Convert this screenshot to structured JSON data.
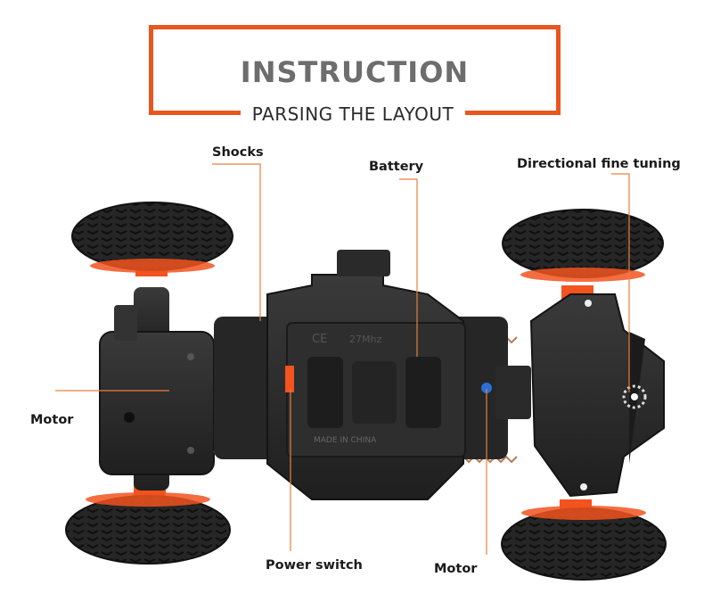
{
  "header": {
    "title": "INSTRUCTION",
    "subtitle": "PARSING THE LAYOUT"
  },
  "callouts": {
    "shocks": "Shocks",
    "battery": "Battery",
    "directional_fine_tuning": "Directional fine tuning",
    "motor_left": "Motor",
    "power_switch": "Power switch",
    "motor_right": "Motor"
  },
  "chassis_text": {
    "ce_mark": "CE",
    "frequency": "27Mhz",
    "made_in": "MADE IN CHINA"
  },
  "colors": {
    "accent": "#e8571e",
    "chassis": "#2b2b2b",
    "tire": "#222222",
    "wheel_hub": "#f2531f"
  }
}
